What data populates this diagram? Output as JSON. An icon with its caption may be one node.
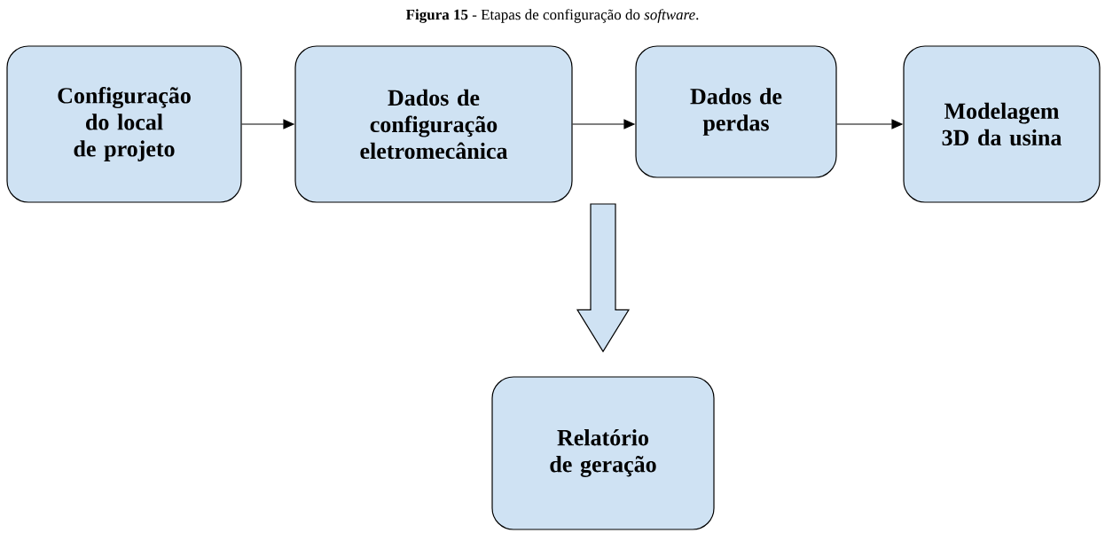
{
  "diagram": {
    "title": "**Figura 15** - Etapas de configuração do *software*.",
    "nodes": [
      {
        "text": [
          "Configuração do local de projeto"
        ]
      },
      {
        "text": [
          "Dados de configuração eletromecânica"
        ]
      },
      {
        "text": [
          "Dados de perdas"
        ]
      },
      {
        "text": [
          "Modelagem 3D da usina"
        ]
      },
      {
        "text": [
          "Relatório de geração"
        ]
      }
    ],
    "edges": [
      {
        "from": 0,
        "to": 1,
        "arrow": "to"
      },
      {
        "from": 1,
        "to": 2,
        "arrow": "to"
      },
      {
        "from": 2,
        "to": 3,
        "arrow": "to"
      },
      {
        "from": null,
        "to": 4,
        "arrow": "to",
        "style": "thick"
      }
    ]
  }
}
